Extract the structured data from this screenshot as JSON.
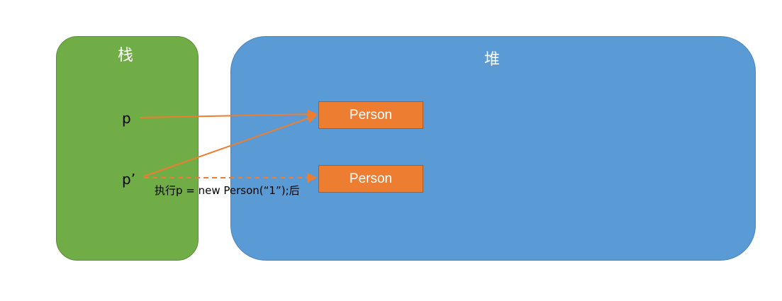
{
  "stack": {
    "title": "栈"
  },
  "heap": {
    "title": "堆"
  },
  "variables": {
    "p": "p",
    "p_prime": "p’"
  },
  "objects": [
    {
      "label": "Person"
    },
    {
      "label": "Person"
    }
  ],
  "caption": "执行p = new Person(“1”);后",
  "colors": {
    "stack": "#70ad47",
    "heap": "#5b9bd5",
    "object": "#ed7d31",
    "arrow": "#ed7d31"
  }
}
